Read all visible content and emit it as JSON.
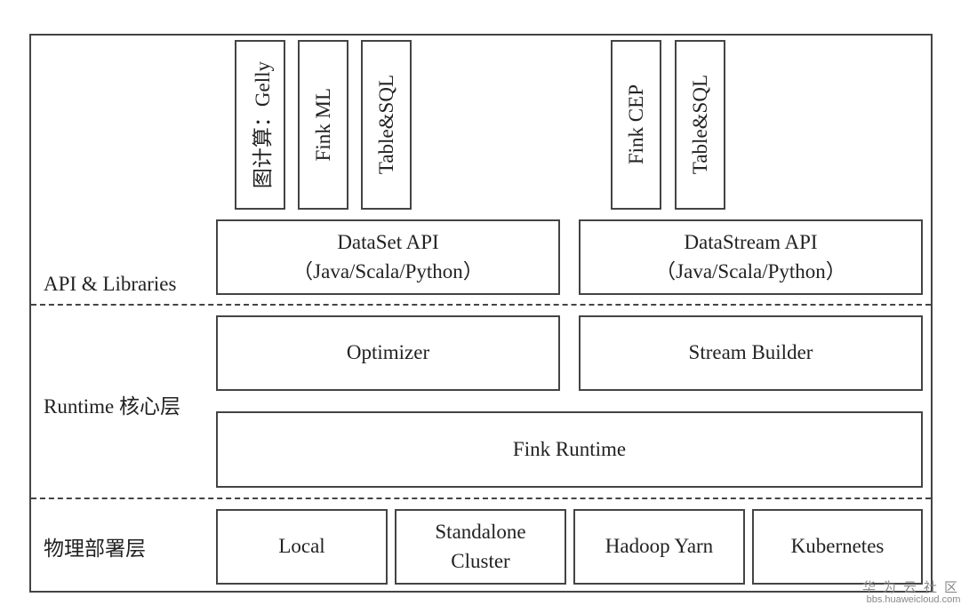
{
  "layers": {
    "api": "API & Libraries",
    "runtime": "Runtime 核心层",
    "physical": "物理部署层"
  },
  "libraries": {
    "dataset": [
      "图计算：Gelly",
      "Fink ML",
      "Table&SQL"
    ],
    "datastream": [
      "Fink CEP",
      "Table&SQL"
    ]
  },
  "apis": {
    "dataset": {
      "title": "DataSet API",
      "langs": "（Java/Scala/Python）"
    },
    "datastream": {
      "title": "DataStream API",
      "langs": "（Java/Scala/Python）"
    }
  },
  "runtime": {
    "optimizer": "Optimizer",
    "stream_builder": "Stream Builder",
    "fink_runtime": "Fink Runtime"
  },
  "deploy": {
    "local": "Local",
    "standalone_1": "Standalone",
    "standalone_2": "Cluster",
    "yarn": "Hadoop Yarn",
    "k8s": "Kubernetes"
  },
  "watermark": {
    "line1": "华为云社区",
    "line2": "bbs.huaweicloud.com"
  }
}
